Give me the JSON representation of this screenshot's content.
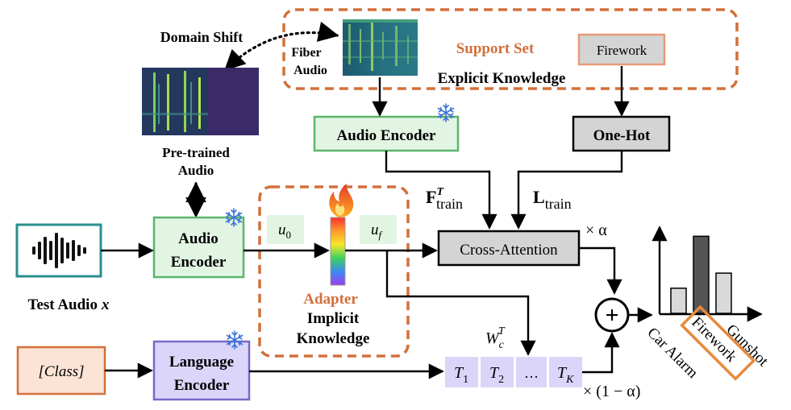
{
  "labels": {
    "domain_shift": "Domain Shift",
    "fiber_audio_line1": "Fiber",
    "fiber_audio_line2": "Audio",
    "support_set": "Support Set",
    "explicit_knowledge": "Explicit Knowledge",
    "firework": "Firework",
    "pretrained_line1": "Pre-trained",
    "pretrained_line2": "Audio",
    "audio_encoder_top": "Audio Encoder",
    "one_hot": "One-Hot",
    "f_train_main": "F",
    "f_train_sup": "T",
    "f_train_sub": "train",
    "l_train_main": "L",
    "l_train_sub": "train",
    "audio_encoder_left_line1": "Audio",
    "audio_encoder_left_line2": "Encoder",
    "u0_main": "u",
    "u0_sub": "0",
    "uf_main": "u",
    "uf_sub": "f",
    "adapter": "Adapter",
    "implicit_line1": "Implicit",
    "implicit_line2": "Knowledge",
    "cross_attention": "Cross-Attention",
    "times_alpha": "× α",
    "times_one_minus_alpha": "× (1 − α)",
    "test_audio": "Test Audio",
    "test_audio_var": "x",
    "class_label": "[Class]",
    "language_encoder_line1": "Language",
    "language_encoder_line2": "Encoder",
    "wc_main": "W",
    "wc_sub": "c",
    "wc_sup": "T",
    "t1_main": "T",
    "t1_sub": "1",
    "t2_main": "T",
    "t2_sub": "2",
    "t_dots": "…",
    "tk_main": "T",
    "tk_sub": "K",
    "plus": "+",
    "out_car_alarm": "Car Alarm",
    "out_firework": "Firework",
    "out_gunshot": "Gunshot"
  },
  "chart_data": {
    "type": "bar",
    "categories": [
      "Car Alarm",
      "Firework",
      "Gunshot"
    ],
    "values": [
      0.3,
      0.92,
      0.48
    ],
    "colors": [
      "#d9d9d9",
      "#555555",
      "#d9d9d9"
    ],
    "highlighted": "Firework",
    "title": "",
    "xlabel": "",
    "ylabel": ""
  },
  "colors": {
    "dashed_orange": "#d2703a",
    "green_fill": "#e2f5e3",
    "green_stroke": "#5ab56c",
    "gray_fill": "#d4d4d4",
    "purple_fill": "#dcd5fa",
    "purple_stroke": "#7a68c8",
    "class_fill": "#fbe3d5",
    "teal": "#2a8f8e",
    "snow": "#3c74d6",
    "adapter_text": "#d2703a"
  },
  "icons": [
    "snowflake-icon",
    "fire-icon",
    "waveform-icon",
    "spectrogram",
    "adapter-rainbow-bar"
  ]
}
